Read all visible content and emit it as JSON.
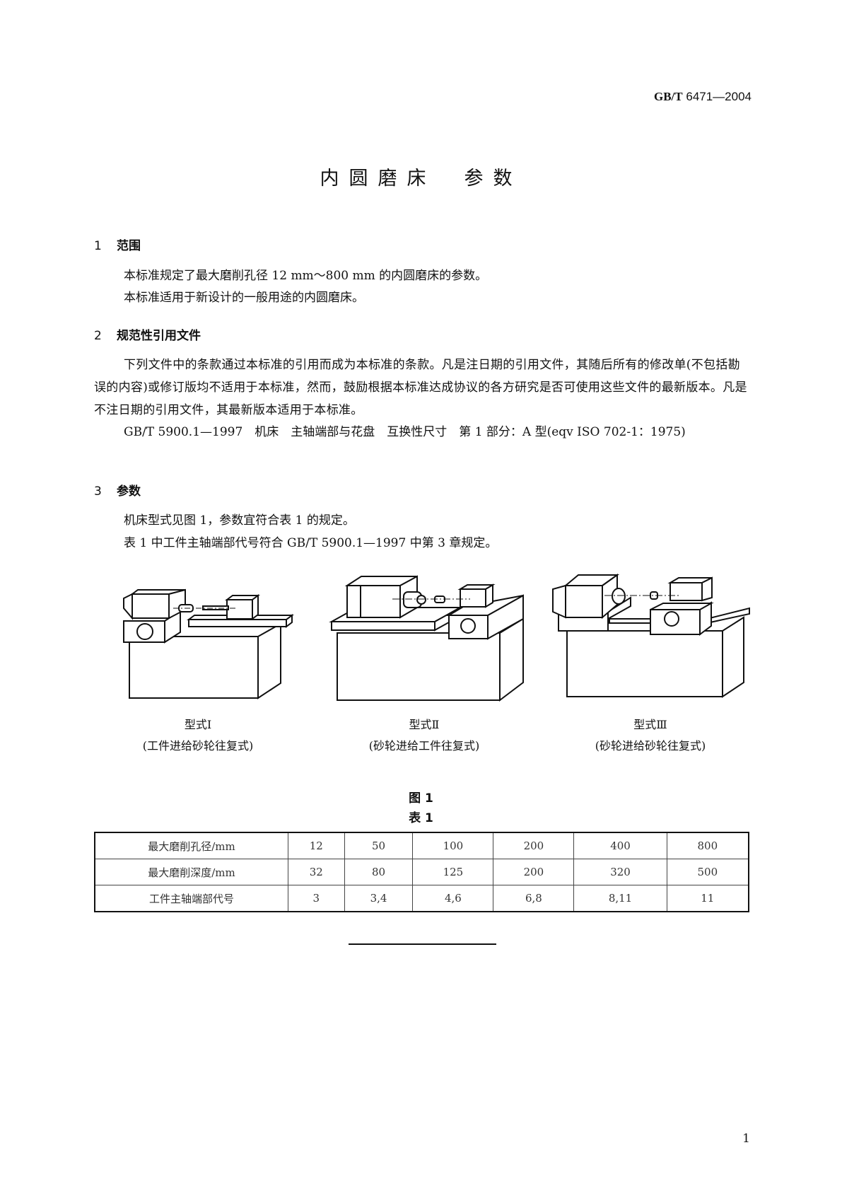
{
  "header": {
    "standard_prefix": "GB/T",
    "standard_number": "6471—2004"
  },
  "title": {
    "part1": "内圆磨床",
    "part2": "参数"
  },
  "sections": [
    {
      "number": "1",
      "heading": "范围",
      "paragraphs": [
        "本标准规定了最大磨削孔径 12 mm～800 mm 的内圆磨床的参数。",
        "本标准适用于新设计的一般用途的内圆磨床。"
      ]
    },
    {
      "number": "2",
      "heading": "规范性引用文件",
      "paragraphs": [
        "下列文件中的条款通过本标准的引用而成为本标准的条款。凡是注日期的引用文件，其随后所有的修改单(不包括勘误的内容)或修订版均不适用于本标准，然而，鼓励根据本标准达成协议的各方研究是否可使用这些文件的最新版本。凡是不注日期的引用文件，其最新版本适用于本标准。",
        "GB/T 5900.1—1997　机床　主轴端部与花盘　互换性尺寸　第 1 部分：A 型(eqv ISO 702-1：1975)"
      ]
    },
    {
      "number": "3",
      "heading": "参数",
      "paragraphs": [
        "机床型式见图 1，参数宜符合表 1 的规定。",
        "表 1 中工件主轴端部代号符合 GB/T 5900.1—1997 中第 3 章规定。"
      ]
    }
  ],
  "figure": {
    "label": "图 1",
    "types": [
      {
        "name": "型式Ⅰ",
        "desc": "(工件进给砂轮往复式)"
      },
      {
        "name": "型式Ⅱ",
        "desc": "(砂轮进给工件往复式)"
      },
      {
        "name": "型式Ⅲ",
        "desc": "(砂轮进给砂轮往复式)"
      }
    ]
  },
  "table": {
    "label": "表 1",
    "rows": [
      {
        "label": "最大磨削孔径/mm",
        "values": [
          "12",
          "50",
          "100",
          "200",
          "400",
          "800"
        ]
      },
      {
        "label": "最大磨削深度/mm",
        "values": [
          "32",
          "80",
          "125",
          "200",
          "320",
          "500"
        ]
      },
      {
        "label": "工件主轴端部代号",
        "values": [
          "3",
          "3,4",
          "4,6",
          "6,8",
          "8,11",
          "11"
        ]
      }
    ]
  },
  "footer": {
    "page_number": "1"
  }
}
